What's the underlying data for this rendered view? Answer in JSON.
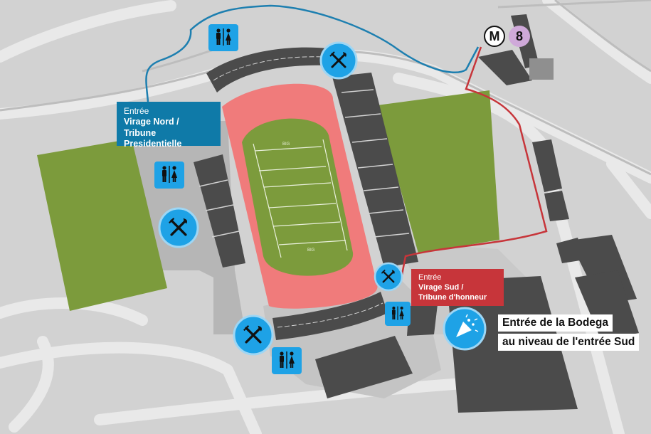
{
  "entrances": {
    "north": {
      "label": "Entrée",
      "line1": "Virage Nord /",
      "line2": "Tribune Presidentielle",
      "color": "#0f7aa8"
    },
    "south": {
      "label": "Entrée",
      "line1": "Virage Sud /",
      "line2": "Tribune d'honneur",
      "color": "#c7353a"
    }
  },
  "bodega": {
    "line1": "Entrée de la Bodega",
    "line2": "au niveau de l'entrée Sud",
    "icon": "party-popper-icon"
  },
  "metro": {
    "symbol": "M",
    "line": "8",
    "line_color": "#cfa9d9"
  },
  "field_markings": {
    "top": "BIG",
    "bottom": "BIG"
  },
  "icons": {
    "restroom": "restroom-icon",
    "restaurant": "fork-knife-icon"
  },
  "colors": {
    "background": "#d2d2d2",
    "building": "#4b4b4b",
    "grass": "#7c9b3c",
    "track": "#f07b7b",
    "poi": "#1ea2e6",
    "route_north": "#1d7fb0",
    "route_south": "#c7353a"
  }
}
